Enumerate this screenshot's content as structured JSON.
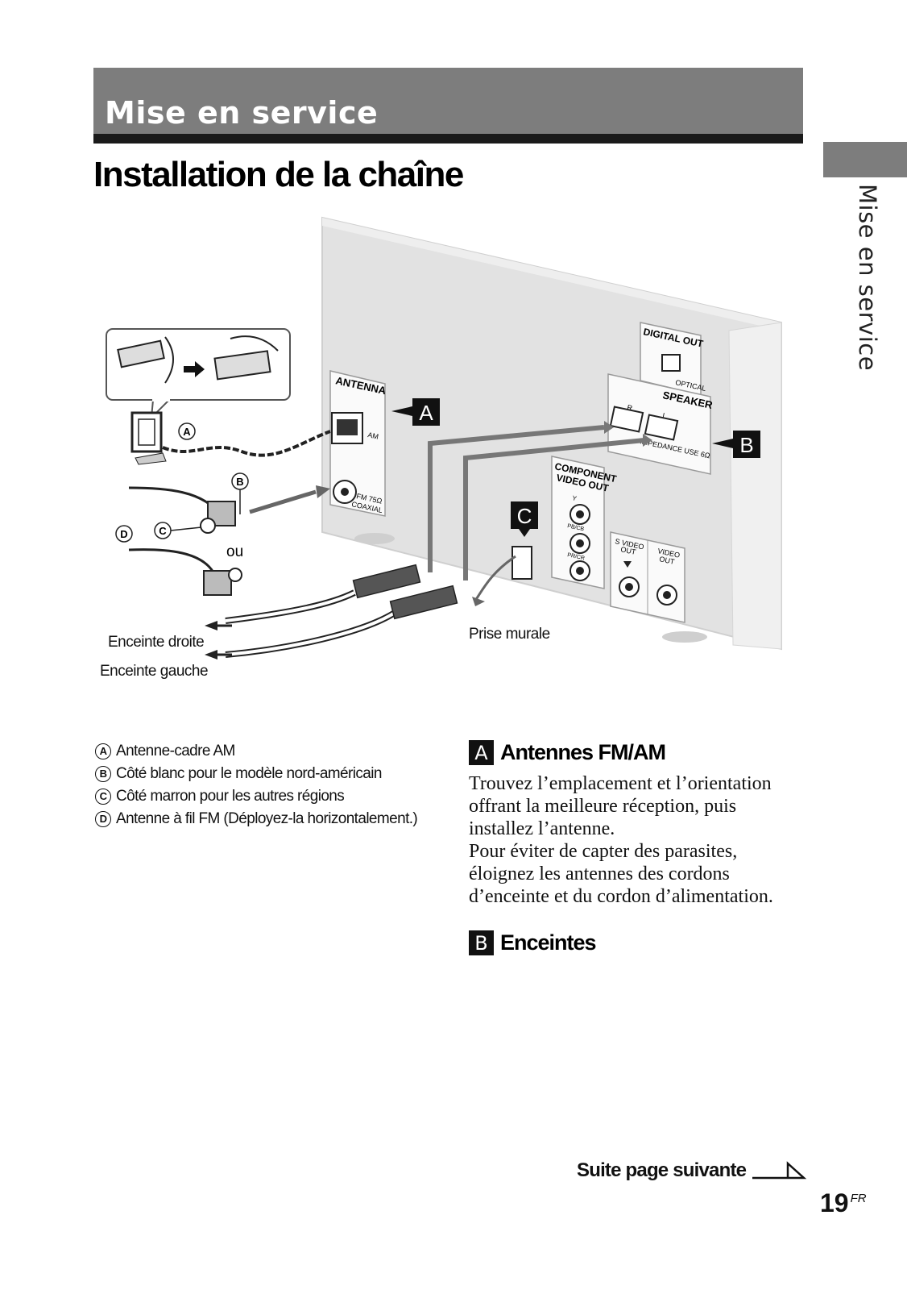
{
  "header": {
    "section_title": "Mise en service"
  },
  "page_title": "Installation de la chaîne",
  "side_tab": {
    "label": "Mise en service"
  },
  "diagram": {
    "panel_labels": {
      "antenna": "ANTENNA",
      "am": "AM",
      "fm": "FM 75Ω",
      "coaxial": "COAXIAL",
      "digital_out": "DIGITAL OUT",
      "optical": "OPTICAL",
      "speaker": "SPEAKER",
      "r": "R",
      "l": "L",
      "impedance": "IMPEDANCE USE 6Ω",
      "component": "COMPONENT",
      "video_out": "VIDEO OUT",
      "y": "Y",
      "pb": "PB/CB",
      "pr": "PR/CR",
      "s_video": "S VIDEO",
      "s_video_out": "OUT",
      "video": "VIDEO",
      "video_out2": "OUT"
    },
    "callouts": {
      "a": "A",
      "b": "B",
      "c": "C"
    },
    "circle_markers": {
      "a": "A",
      "b": "B",
      "c": "C",
      "d": "D"
    },
    "ou": "ou",
    "right_speaker": "Enceinte droite",
    "left_speaker": "Enceinte gauche",
    "wall_outlet": "Prise murale"
  },
  "legend": [
    {
      "marker": "A",
      "text": "Antenne-cadre AM"
    },
    {
      "marker": "B",
      "text": "Côté blanc pour le modèle nord-américain"
    },
    {
      "marker": "C",
      "text": "Côté marron pour les autres régions"
    },
    {
      "marker": "D",
      "text": "Antenne à fil FM (Déployez-la horizontalement.)"
    }
  ],
  "sections": {
    "a": {
      "badge": "A",
      "title": "Antennes FM/AM",
      "para1": "Trouvez l’emplacement et l’orientation offrant la meilleure réception, puis installez l’antenne.",
      "para2": "Pour éviter de capter des parasites, éloignez les antennes des cordons d’enceinte et du cordon d’alimentation."
    },
    "b": {
      "badge": "B",
      "title": "Enceintes"
    }
  },
  "footer": {
    "continue": "Suite page suivante",
    "page_number": "19",
    "page_suffix": "FR"
  }
}
